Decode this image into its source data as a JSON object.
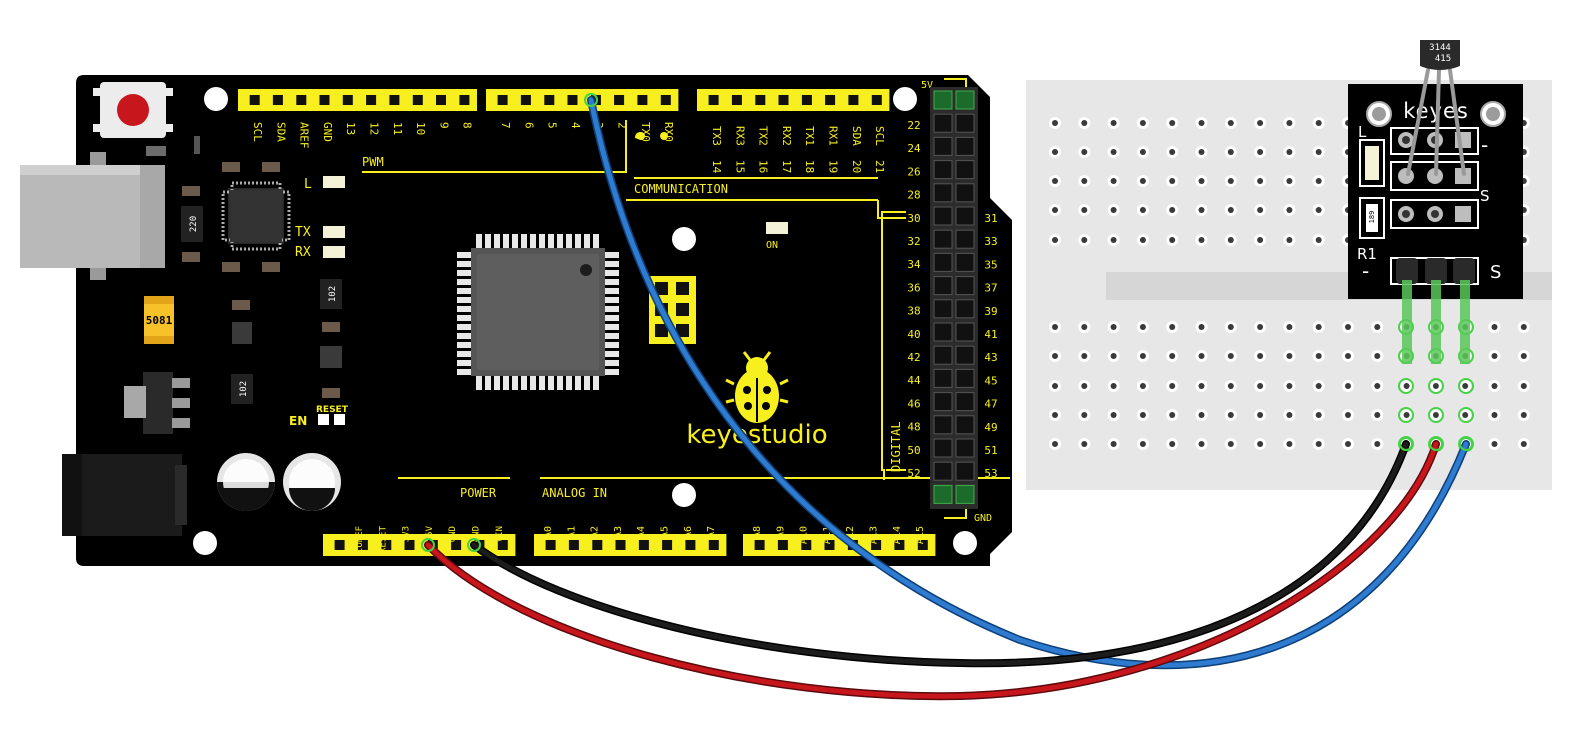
{
  "colors": {
    "board": "#000000",
    "header": "#f7ef1e",
    "silk": "#f7ef1e",
    "breadboard": "#e7e7e7",
    "wire_red": "#c8161d",
    "wire_black": "#111111",
    "wire_blue": "#2e7bcf",
    "module": "#000000",
    "highlight": "#46d246"
  },
  "board": {
    "brand": "keyestudio",
    "top_left_pins": [
      "SCL",
      "SDA",
      "AREF",
      "GND",
      "13",
      "12",
      "11",
      "10",
      "9",
      "8"
    ],
    "top_mid_pins": [
      "7",
      "6",
      "5",
      "4",
      "3",
      "2",
      "TX0",
      "RX0"
    ],
    "top_right_pins": [
      "TX3",
      "RX3",
      "TX2",
      "RX2",
      "TX1",
      "RX1",
      "SDA",
      "SCL"
    ],
    "top_right_nums": [
      "14",
      "15",
      "16",
      "17",
      "18",
      "19",
      "20",
      "21"
    ],
    "pwm": "PWM",
    "communication": "COMMUNICATION",
    "digital": "DIGITAL",
    "five_v": "5V",
    "gnd": "GND",
    "left_nums": [
      "22",
      "24",
      "26",
      "28",
      "30",
      "32",
      "34",
      "36",
      "38",
      "40",
      "42",
      "44",
      "46",
      "48",
      "50",
      "52"
    ],
    "right_nums": [
      "31",
      "33",
      "35",
      "37",
      "39",
      "41",
      "43",
      "45",
      "47",
      "49",
      "51",
      "53"
    ],
    "led_l": "L",
    "led_tx": "TX",
    "led_rx": "RX",
    "led_on": "ON",
    "en": "EN",
    "reset": "RESET",
    "power": "POWER",
    "analog_in": "ANALOG IN",
    "power_pins": [
      "IOREF",
      "RESET",
      "3V3",
      "5V",
      "GND",
      "GND",
      "VIN"
    ],
    "analog_a": [
      "A0",
      "A1",
      "A2",
      "A3",
      "A4",
      "A5",
      "A6",
      "A7"
    ],
    "analog_b": [
      "A8",
      "A9",
      "A10",
      "A11",
      "A12",
      "A13",
      "A14",
      "A15"
    ],
    "chip_220": "220",
    "chip_102a": "102",
    "chip_102b": "102",
    "fuse": "5081"
  },
  "module": {
    "brand": "keyes",
    "label_l": "L",
    "label_r1": "R1",
    "label_s_top": "S",
    "label_s_bottom": "S",
    "label_minus_top": "-",
    "label_minus_bottom": "-",
    "resistor": "189",
    "sensor_line1": "3144",
    "sensor_line2": "415"
  },
  "icons": [
    "ladybug-logo-icon",
    "reset-button-icon",
    "usb-connector-icon",
    "power-jack-icon"
  ]
}
